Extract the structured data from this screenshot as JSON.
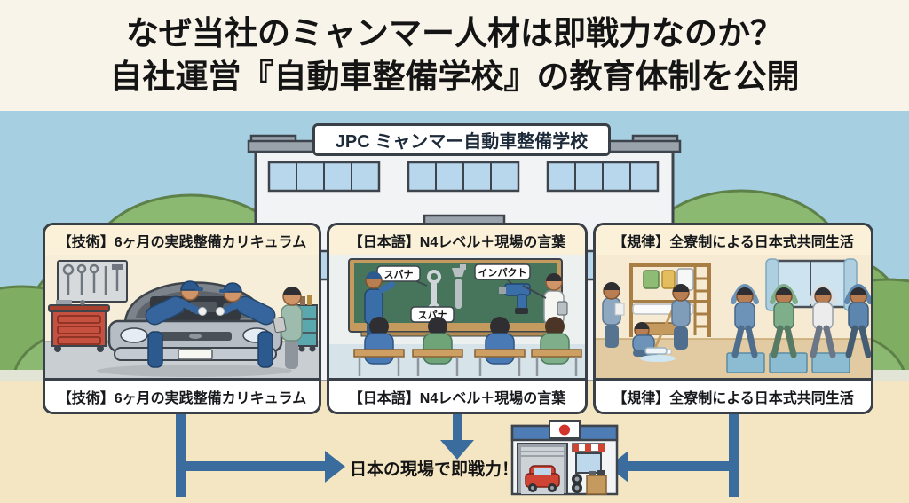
{
  "title": {
    "line1": "なぜ当社のミャンマー人材は即戦力なのか？",
    "line2": "自社運営『自動車整備学校』の教育体制を公開"
  },
  "building": {
    "sign": "JPC ミャンマー自動車整備学校"
  },
  "panels": [
    {
      "id": "technical",
      "header": "【技術】6ヶ月の実践整備カリキュラム",
      "footer": "【技術】6ヶ月の実践整備カリキュラム",
      "scene": "two-mechanics-servicing-car-engine-with-instructor"
    },
    {
      "id": "japanese",
      "header": "【日本語】N4レベル＋現場の言葉",
      "footer": "【日本語】N4レベル＋現場の言葉",
      "scene": "classroom-chalkboard-tool-vocabulary-lesson",
      "blackboard": [
        "スパナ",
        "スパナ",
        "インパクト"
      ]
    },
    {
      "id": "discipline",
      "header": "【規律】全寮制による日本式共同生活",
      "footer": "【規律】全寮制による日本式共同生活",
      "scene": "dormitory-cleaning-and-morning-exercise"
    }
  ],
  "conclusion": {
    "text": "日本の現場で即戦力！"
  },
  "colors": {
    "header_bg": "#f8f4e9",
    "sky": "#a6cfe2",
    "bottom_bg": "#f4e6c2",
    "panel_header_bg": "#fbf1d8",
    "panel_border": "#3a4047",
    "arrow_blue": "#3a6d9e",
    "tree_green": "#8cb971",
    "flag_red": "#d0342c"
  }
}
